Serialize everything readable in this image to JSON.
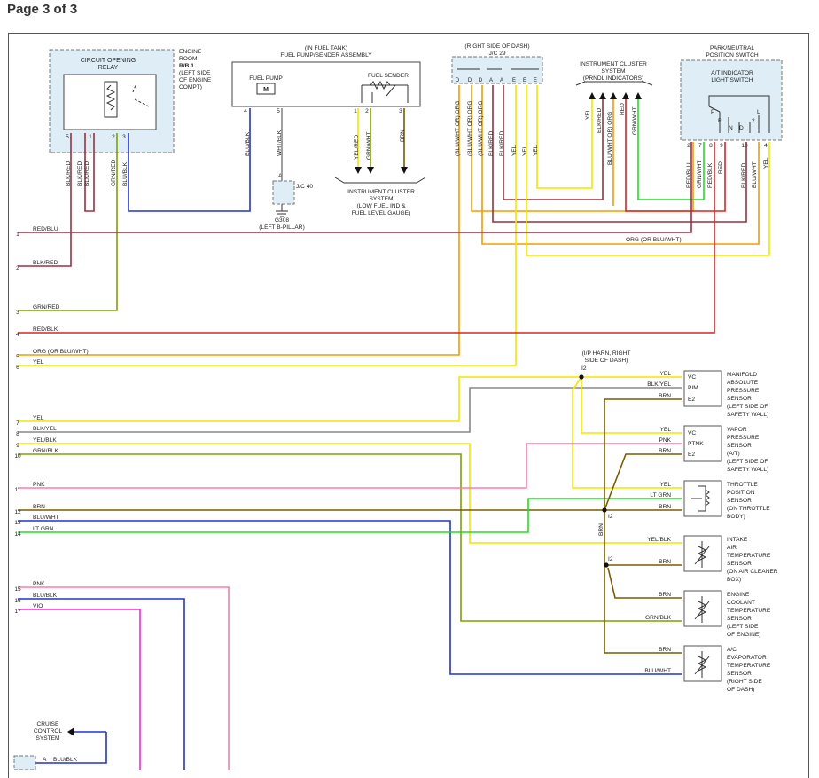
{
  "page": {
    "title": "Page 3 of 3"
  },
  "relay": {
    "title": [
      "CIRCUIT OPENING",
      "RELAY"
    ],
    "location": [
      "ENGINE",
      "ROOM",
      "R/B 1",
      "(LEFT SIDE",
      "OF ENGINE",
      "COMPT)"
    ],
    "pins": [
      "5",
      "1",
      "2",
      "3"
    ],
    "wires": [
      "BLK/RED",
      "BLK/RED",
      "BLK/RED",
      "GRN/RED",
      "BLU/BLK"
    ]
  },
  "fuel_assembly": {
    "title": [
      "(IN FUEL TANK)",
      "FUEL PUMP/SENDER ASSEMBLY"
    ],
    "pump": "FUEL PUMP",
    "motor": "M",
    "sender": "FUEL SENDER",
    "pins": [
      "4",
      "5",
      "1",
      "2",
      "3"
    ],
    "wires": [
      "BLU/BLK",
      "WHT/BLK",
      "YEL/RED",
      "GRN/WHT",
      "BRN"
    ]
  },
  "jc40": {
    "label": "J/C 40",
    "pin": "A",
    "ground": "G308",
    "ground_loc": "(LEFT B-PILLAR)"
  },
  "cluster_fuel": {
    "lines": [
      "INSTRUMENT CLUSTER",
      "SYSTEM",
      "(LOW FUEL IND &",
      "FUEL LEVEL GAUGE)"
    ]
  },
  "jc29": {
    "title": [
      "(RIGHT SIDE OF DASH)",
      "J/C 29"
    ],
    "pins": [
      "D",
      "D",
      "D",
      "A",
      "A",
      "E",
      "E",
      "E"
    ],
    "wires": [
      "(BLU/WHT OR) ORG",
      "(BLU/WHT OR) ORG",
      "(BLU/WHT OR) ORG",
      "BLK/RED",
      "BLK/RED",
      "YEL",
      "YEL",
      "YEL"
    ]
  },
  "cluster_prndl": {
    "lines": [
      "INSTRUMENT CLUSTER",
      "SYSTEM",
      "(PRNDL INDICATORS)"
    ],
    "wires": [
      "YEL",
      "BLK/RED",
      "BLU/WHT OR) ORG",
      "RED",
      "GRN/WHT"
    ]
  },
  "park_neutral": {
    "title": [
      "PARK/NEUTRAL",
      "POSITION SWITCH"
    ],
    "subtitle": [
      "A/T INDICATOR",
      "LIGHT SWITCH"
    ],
    "gears": [
      "P",
      "R",
      "N",
      "D",
      "2",
      "L"
    ],
    "pins": [
      "2",
      "7",
      "8",
      "9",
      "10",
      "4"
    ],
    "wires": [
      "RED/BLU",
      "GRN/WHT",
      "RED/BLK",
      "RED",
      "BLK/RED",
      "BLU/WHT",
      "YEL"
    ]
  },
  "left_circuits": [
    {
      "num": "1",
      "label": "RED/BLU"
    },
    {
      "num": "2",
      "label": "BLK/RED"
    },
    {
      "num": "3",
      "label": "GRN/RED"
    },
    {
      "num": "4",
      "label": "RED/BLK"
    },
    {
      "num": "5",
      "label": "ORG (OR BLU/WHT)"
    },
    {
      "num": "6",
      "label": "YEL"
    },
    {
      "num": "7",
      "label": "YEL"
    },
    {
      "num": "8",
      "label": "BLK/YEL"
    },
    {
      "num": "9",
      "label": "YEL/BLK"
    },
    {
      "num": "10",
      "label": "GRN/BLK"
    },
    {
      "num": "11",
      "label": "PNK"
    },
    {
      "num": "12",
      "label": "BRN"
    },
    {
      "num": "13",
      "label": "BLU/WHT"
    },
    {
      "num": "14",
      "label": "LT GRN"
    },
    {
      "num": "15",
      "label": "PNK"
    },
    {
      "num": "16",
      "label": "BLU/BLK"
    },
    {
      "num": "17",
      "label": "VIO"
    }
  ],
  "mid_labels": {
    "org_blu": "ORG (OR BLU/WHT)"
  },
  "ip_harness": {
    "lines": [
      "(I/P HARN, RIGHT",
      "SIDE OF DASH)",
      "I2"
    ],
    "splice": "I2",
    "splice2": "I2",
    "splice_wire": "BRN"
  },
  "sensors": [
    {
      "wires": [
        "YEL",
        "BLK/YEL",
        "BRN"
      ],
      "pins": [
        "VC",
        "PIM",
        "E2"
      ],
      "lines": [
        "MANIFOLD",
        "ABSOLUTE",
        "PRESSURE",
        "SENSOR",
        "(LEFT SIDE OF",
        "SAFETY WALL)"
      ]
    },
    {
      "wires": [
        "YEL",
        "PNK",
        "BRN"
      ],
      "pins": [
        "VC",
        "PTNK",
        "E2"
      ],
      "lines": [
        "VAPOR",
        "PRESSURE",
        "SENSOR",
        "(A/T)",
        "(LEFT SIDE OF",
        "SAFETY WALL)"
      ]
    },
    {
      "wires": [
        "YEL",
        "LT GRN",
        "BRN"
      ],
      "lines": [
        "THROTTLE",
        "POSITION",
        "SENSOR",
        "(ON THROTTLE",
        "BODY)"
      ]
    },
    {
      "wires": [
        "YEL/BLK",
        "BRN"
      ],
      "lines": [
        "INTAKE",
        "AIR",
        "TEMPERATURE",
        "SENSOR",
        "(ON AIR CLEANER",
        "BOX)"
      ]
    },
    {
      "wires": [
        "BRN",
        "GRN/BLK"
      ],
      "lines": [
        "ENGINE",
        "COOLANT",
        "TEMPERATURE",
        "SENSOR",
        "(LEFT SIDE",
        "OF ENGINE)"
      ]
    },
    {
      "wires": [
        "BRN",
        "BLU/WHT"
      ],
      "lines": [
        "A/C",
        "EVAPORATOR",
        "TEMPERATURE",
        "SENSOR",
        "(RIGHT SIDE",
        "OF DASH)"
      ]
    }
  ],
  "cruise": {
    "lines": [
      "CRUISE",
      "CONTROL",
      "SYSTEM"
    ],
    "pin": "A",
    "wire": "BLU/BLK"
  },
  "colors": {
    "red": "#e02020",
    "yellow": "#f2e600",
    "orange": "#f59a00",
    "brown": "#7a5a00",
    "green": "#7fa000",
    "ltgreen": "#22dd22",
    "blue": "#2233cc",
    "pink": "#ff7aa8",
    "violet": "#ff22dd",
    "wine": "#9a3040",
    "gray": "#888888",
    "box": "#dfeef6"
  }
}
